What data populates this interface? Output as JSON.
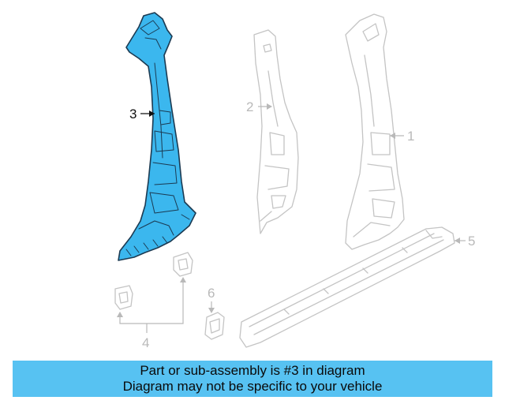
{
  "callouts": {
    "c1": "1",
    "c2": "2",
    "c3": "3",
    "c4": "4",
    "c5": "5",
    "c6": "6"
  },
  "highlighted_part": "3",
  "colors": {
    "highlight_fill": "#3bb7ee",
    "highlight_outline": "#1b3a52",
    "ghost_outline": "#c4c4c4",
    "banner_background": "#57c2f2"
  },
  "banner": {
    "line1": "Part or sub-assembly is #3 in diagram",
    "line2": "Diagram may not be specific to your vehicle"
  }
}
